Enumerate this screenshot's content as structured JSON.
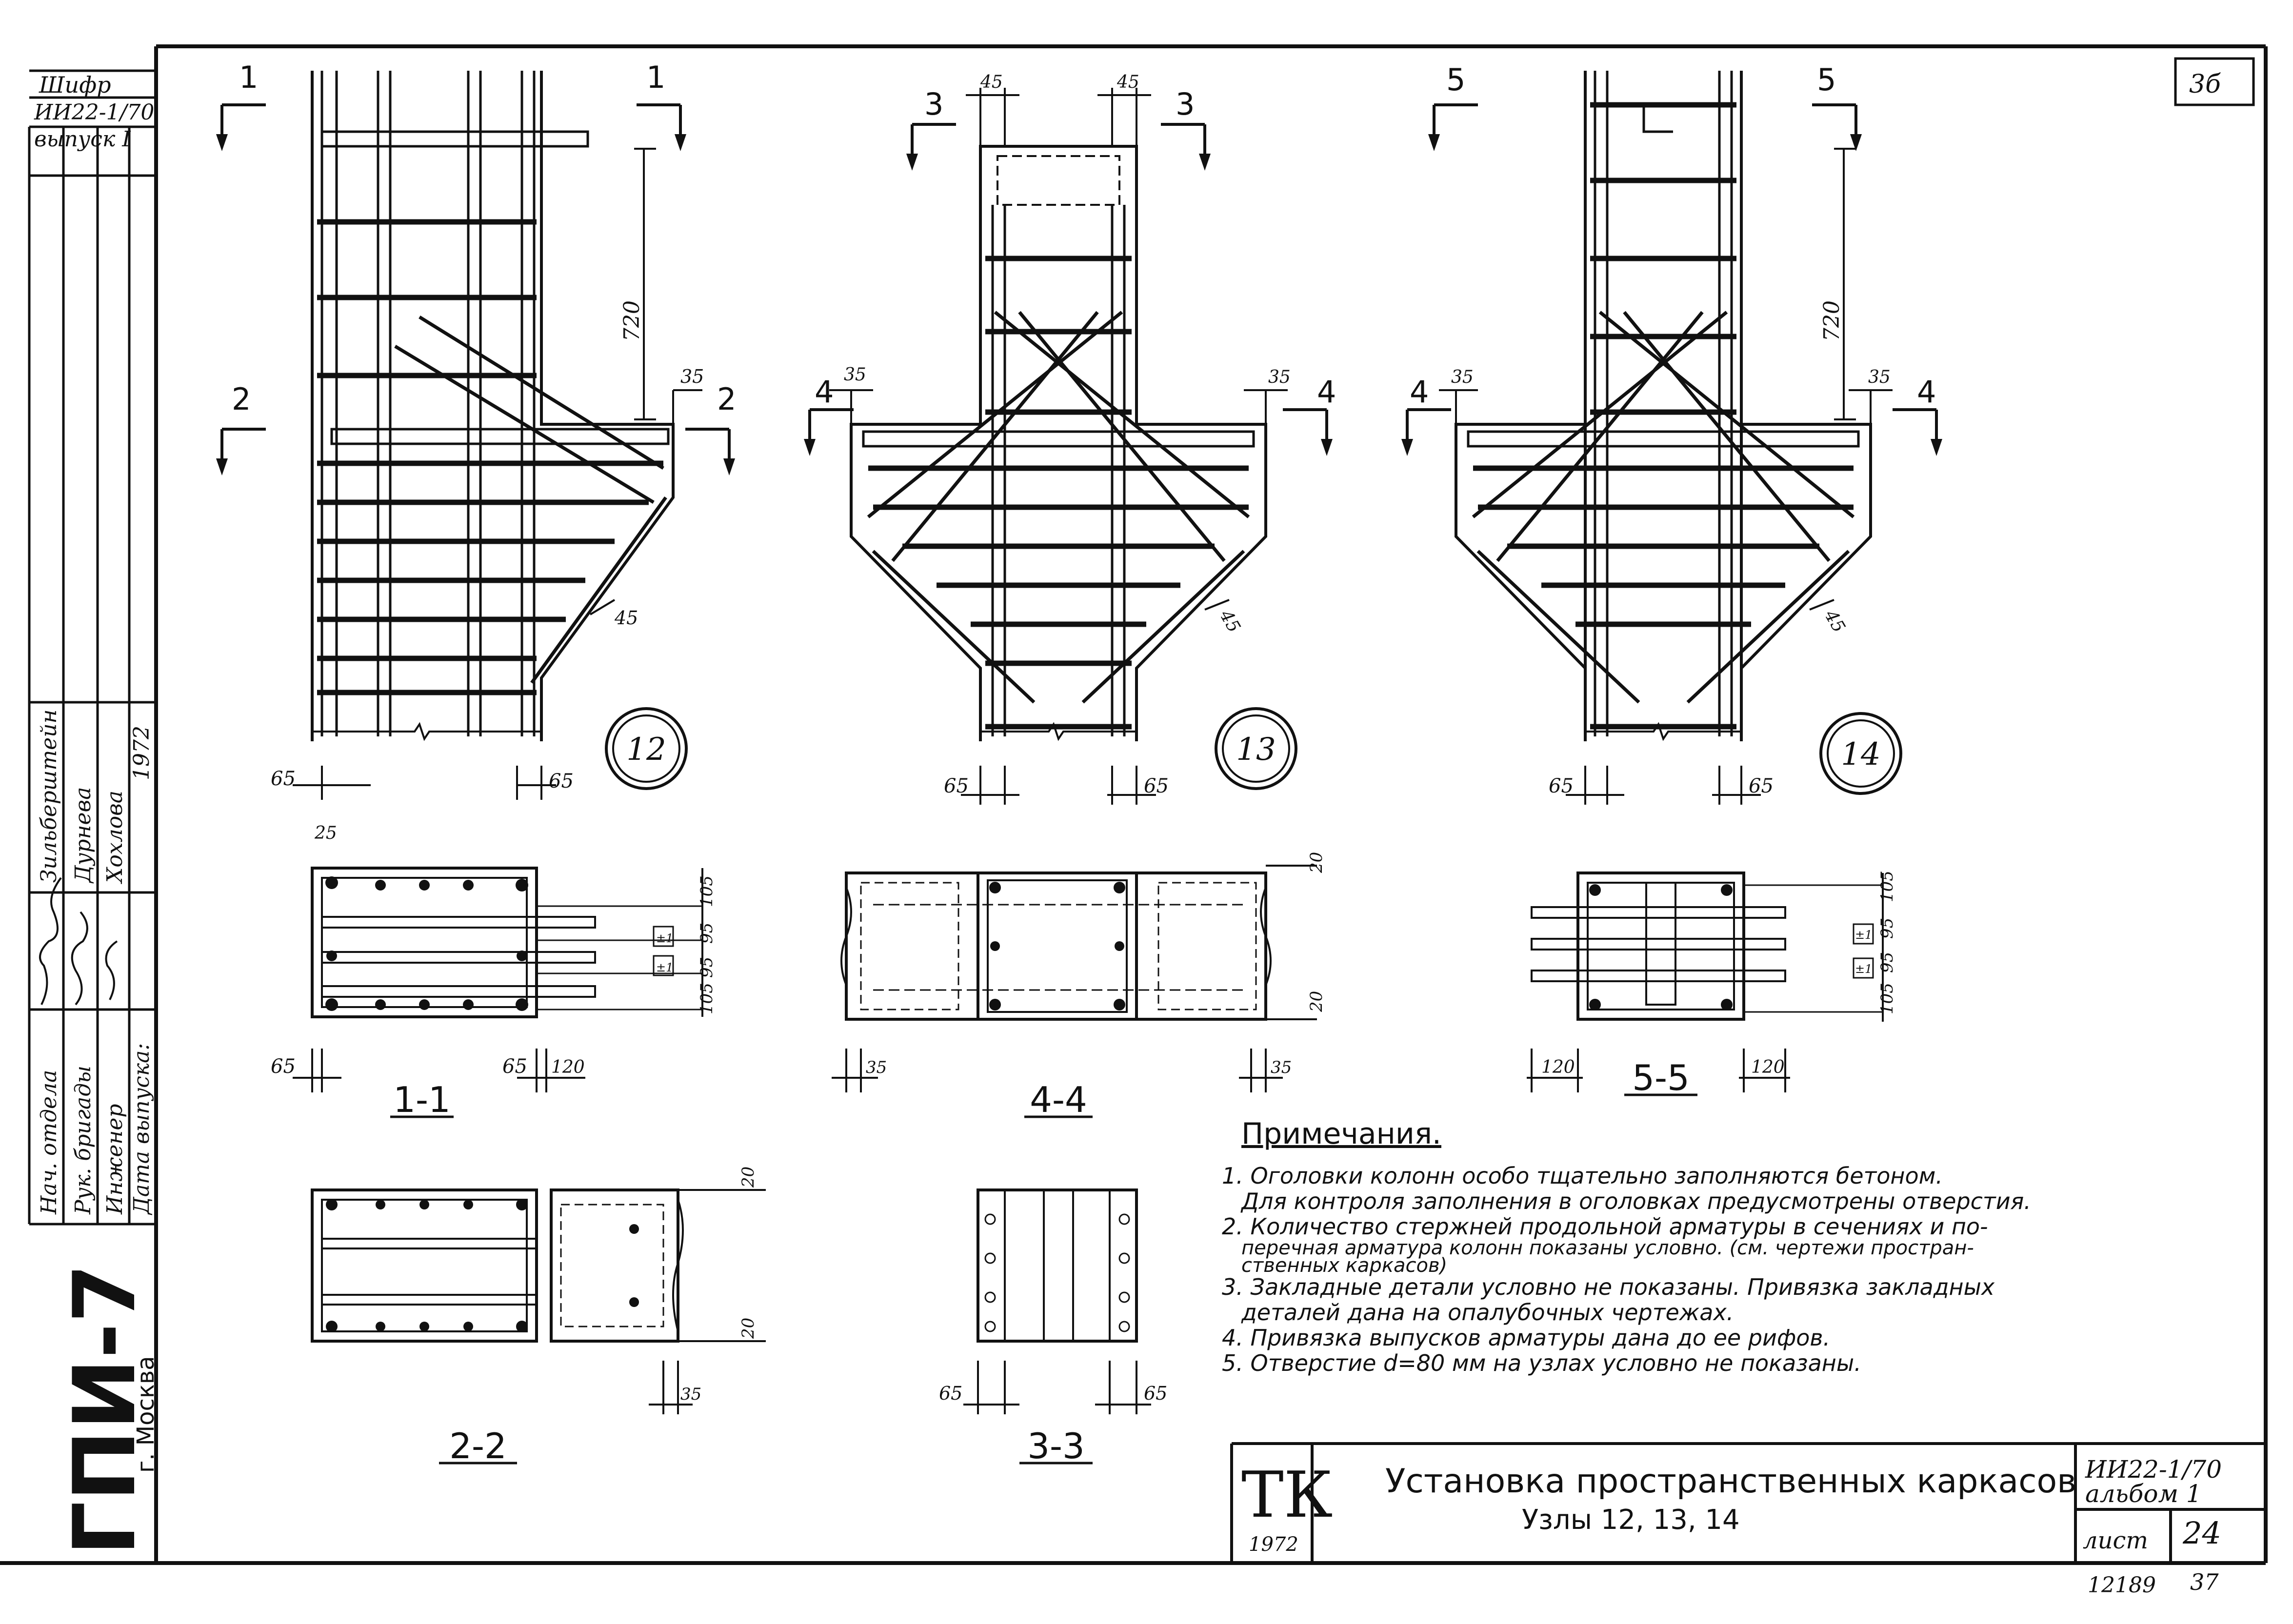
{
  "sheet_label": "3б",
  "stamp": {
    "cipher_label": "Шифр",
    "cipher": "ИИ22-1/70",
    "issue": "выпуск I",
    "roles": [
      "Нач. отдела",
      "Рук. бригады",
      "Инженер",
      "Дата выпуска:"
    ],
    "names": [
      "Зильберштейн",
      "Дурнева",
      "Хохлова",
      "1972"
    ],
    "org": "ГПИ-7",
    "city": "г. Москва"
  },
  "nodes": [
    {
      "number": "12",
      "section_marks": [
        "1",
        "1",
        "2",
        "2"
      ],
      "dims": [
        "720",
        "35",
        "45",
        "65",
        "65"
      ]
    },
    {
      "number": "13",
      "section_marks": [
        "3",
        "3",
        "4",
        "4"
      ],
      "dims": [
        "45",
        "45",
        "35",
        "35",
        "45",
        "65",
        "65"
      ]
    },
    {
      "number": "14",
      "section_marks": [
        "5",
        "5",
        "4",
        "4"
      ],
      "dims": [
        "720",
        "35",
        "35",
        "45",
        "65",
        "65"
      ]
    }
  ],
  "sections": [
    {
      "label": "1-1",
      "dims": [
        "25",
        "105",
        "95",
        "95",
        "105",
        "65",
        "65",
        "120"
      ]
    },
    {
      "label": "4-4",
      "dims": [
        "20",
        "20",
        "35",
        "35"
      ]
    },
    {
      "label": "5-5",
      "dims": [
        "105",
        "95",
        "95",
        "105",
        "120",
        "120"
      ]
    },
    {
      "label": "2-2",
      "dims": [
        "20",
        "20",
        "35"
      ]
    },
    {
      "label": "3-3",
      "dims": [
        "65",
        "65"
      ]
    }
  ],
  "tolerance_mark": "±1",
  "notes": {
    "title": "Примечания.",
    "items": [
      "1. Оголовки колонн особо тщательно заполняются бетоном.",
      "Для контроля заполнения в оголовках предусмотрены отверстия.",
      "2. Количество стержней продольной арматуры в сечениях и по-",
      "перечная арматура колонн показаны условно. (см. чертежи простран-",
      "ственных каркасов)",
      "3. Закладные детали условно не показаны. Привязка закладных",
      "деталей дана на опалубочных чертежах.",
      "4. Привязка выпусков арматуры дана до ее рифов.",
      "5. Отверстие d=80 мм на узлах условно не показаны."
    ]
  },
  "title_block": {
    "logo": "ТК",
    "logo_year": "1972",
    "title": "Установка пространственных каркасов",
    "subtitle": "Узлы 12, 13, 14",
    "code": "ИИ22-1/70",
    "album": "альбом 1",
    "sheet_word": "лист",
    "sheet_no": "24"
  },
  "footer": {
    "inventory": "12189",
    "page": "37"
  }
}
